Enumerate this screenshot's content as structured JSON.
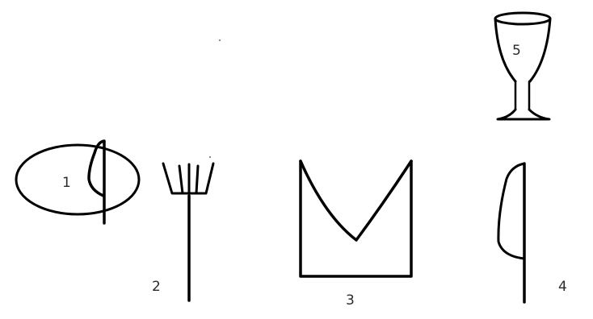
{
  "diagram": {
    "items": [
      {
        "id": "plate-knife",
        "number": "1",
        "icon": "plate-with-butter-knife-icon"
      },
      {
        "id": "fork",
        "number": "2",
        "icon": "fork-icon"
      },
      {
        "id": "napkin",
        "number": "3",
        "icon": "folded-napkin-icon"
      },
      {
        "id": "knife",
        "number": "4",
        "icon": "knife-icon"
      },
      {
        "id": "wine-glass",
        "number": "5",
        "icon": "wine-glass-icon"
      }
    ],
    "colors": {
      "ink": "#000000",
      "label": "#2a2a2a",
      "background": "#ffffff"
    }
  }
}
